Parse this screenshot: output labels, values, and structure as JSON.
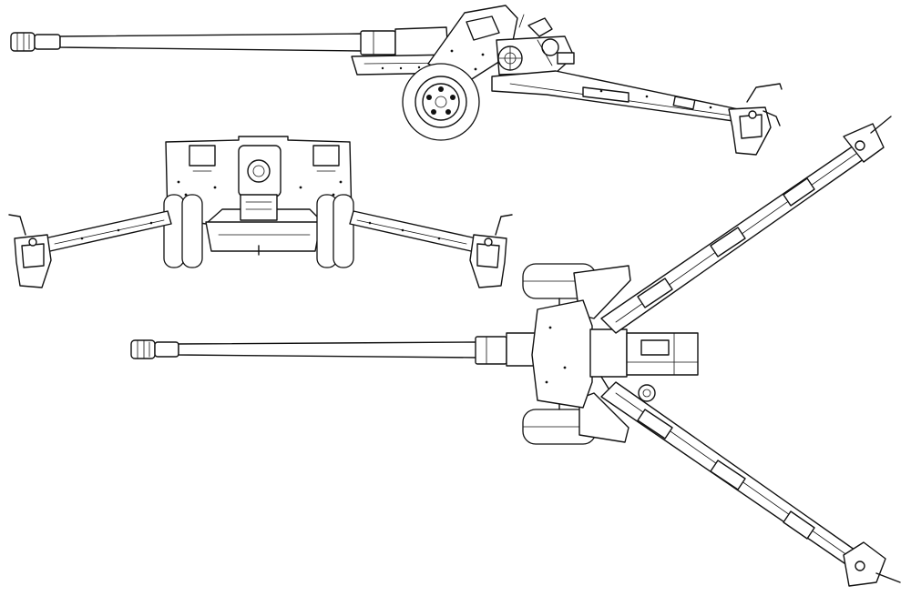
{
  "image": {
    "kind": "line drawing",
    "subject": "towed field gun",
    "colors": {
      "line": "#111111",
      "background": "#ffffff"
    }
  },
  "views": [
    {
      "name": "side"
    },
    {
      "name": "rear"
    },
    {
      "name": "top"
    }
  ]
}
